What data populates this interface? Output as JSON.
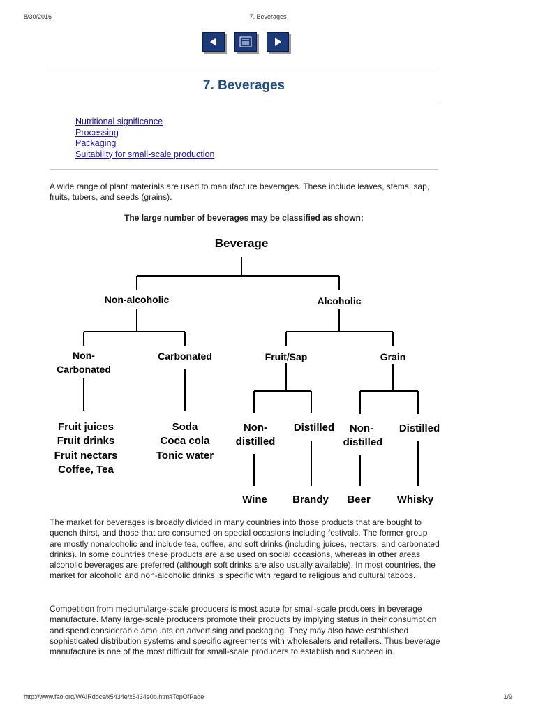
{
  "print_header": {
    "date": "8/30/2016",
    "title": "7. Beverages"
  },
  "print_footer": {
    "url": "http://www.fao.org/WAIRdocs/x5434e/x5434e0b.htm#TopOfPage",
    "page": "1/9"
  },
  "nav": {
    "icons": [
      "previous-arrow-icon",
      "contents-icon",
      "next-arrow-icon"
    ],
    "color": "#1c3a7a"
  },
  "page_title": "7. Beverages",
  "toc_links": [
    "Nutritional significance",
    "Processing",
    "Packaging",
    "Suitability for small-scale production"
  ],
  "intro": "A wide range of plant materials are used to manufacture beverages. These include leaves, stems, sap, fruits, tubers, and seeds (grains).",
  "classification_caption": "The large number of beverages may be classified as shown:",
  "diagram": {
    "root": "Beverage",
    "non_alcoholic": "Non-alcoholic",
    "alcoholic": "Alcoholic",
    "non_carbonated": [
      "Non-",
      "Carbonated"
    ],
    "carbonated": "Carbonated",
    "fruit_sap": "Fruit/Sap",
    "grain": "Grain",
    "non_carbonated_examples": [
      "Fruit juices",
      "Fruit drinks",
      "Fruit nectars",
      "Coffee, Tea"
    ],
    "carbonated_examples": [
      "Soda",
      "Coca cola",
      "Tonic water"
    ],
    "fruit_non_distilled": [
      "Non-",
      "distilled"
    ],
    "fruit_distilled": "Distilled",
    "grain_non_distilled": [
      "Non-",
      "distilled"
    ],
    "grain_distilled": "Distilled",
    "wine": "Wine",
    "brandy": "Brandy",
    "beer": "Beer",
    "whisky": "Whisky"
  },
  "body_paragraphs": [
    "The market for beverages is broadly divided in many countries into those products that are bought to quench thirst, and those that are consumed on special occasions including festivals. The former group are mostly nonalcoholic and include tea, coffee, and soft drinks (including juices, nectars, and carbonated drinks). In some countries these products are also used on social occasions, whereas in other areas alcoholic beverages are preferred (although soft drinks are also usually available). In most countries, the market for alcoholic and non-alcoholic drinks is specific with regard to religious and cultural taboos.",
    "Competition from medium/large-scale producers is most acute for small-scale producers in beverage manufacture. Many large-scale producers promote their products by implying status in their consumption and spend considerable amounts on advertising and packaging. They may also have established sophisticated distribution systems and specific agreements with wholesalers and retailers. Thus beverage manufacture is one of the most difficult for small-scale producers to establish and succeed in."
  ]
}
